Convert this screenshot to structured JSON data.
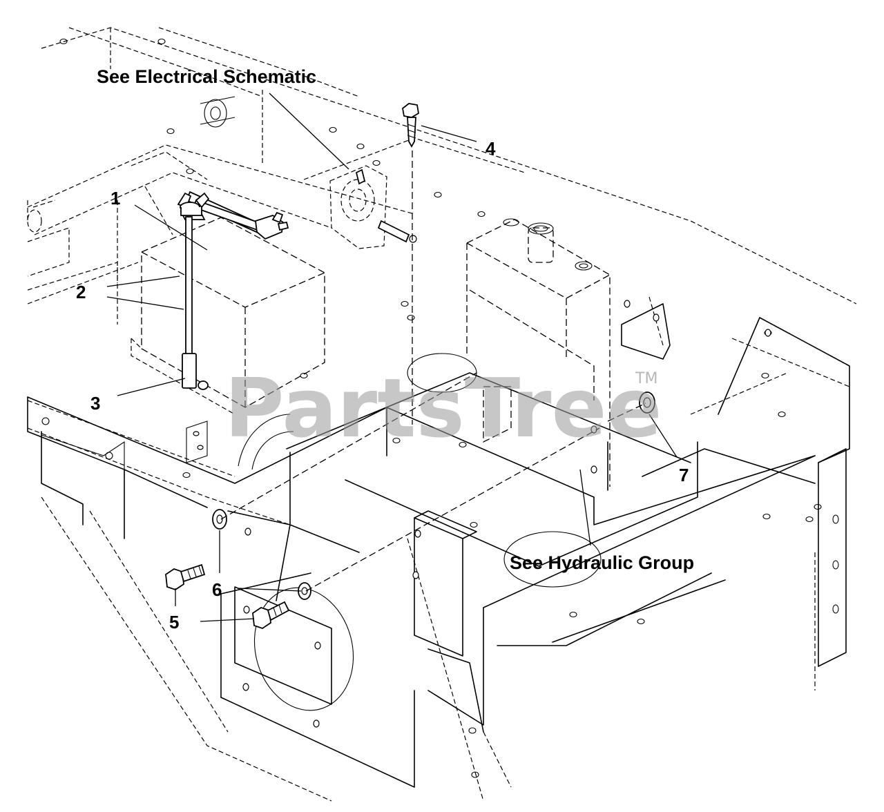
{
  "labels": {
    "electrical": "See Electrical Schematic",
    "hydraulic": "See Hydraulic Group"
  },
  "callouts": [
    "1",
    "2",
    "3",
    "4",
    "5",
    "6",
    "7"
  ],
  "watermark": {
    "text": "PartsTree",
    "trademark": "TM"
  }
}
